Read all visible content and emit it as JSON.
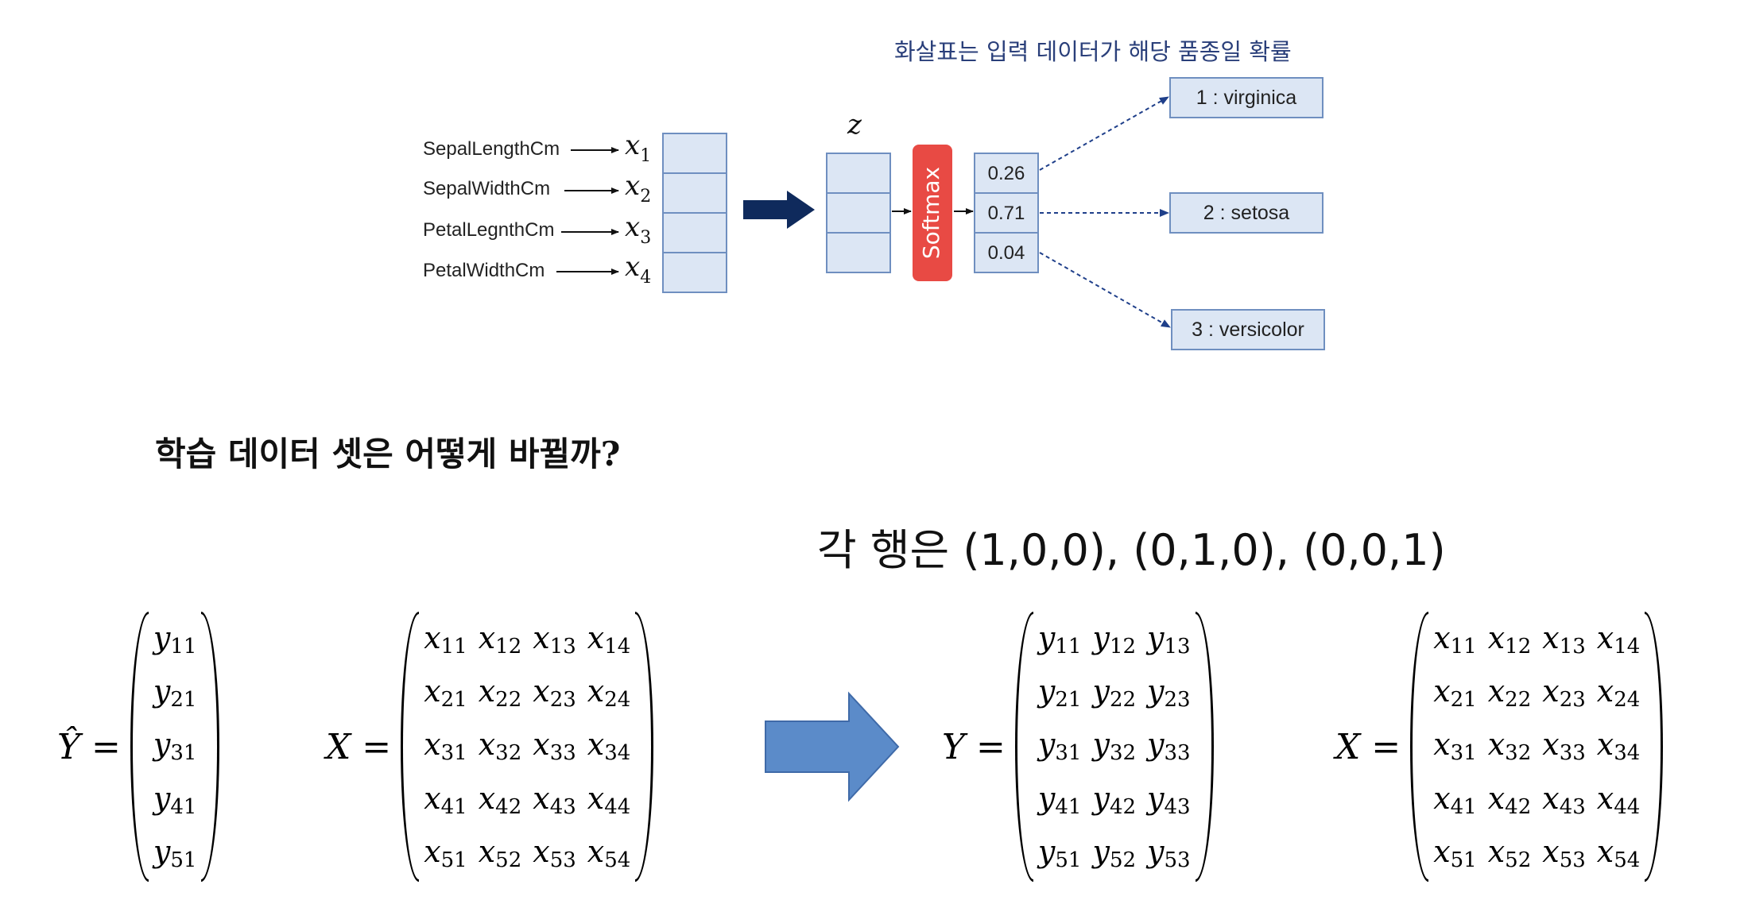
{
  "diagram": {
    "caption": "화살표는 입력 데이터가 해당 품종일 확률",
    "features": [
      "SepalLengthCm",
      "SepalWidthCm",
      "PetalLegnthCm",
      "PetalWidthCm"
    ],
    "x_symbol": "x",
    "x_subscripts": [
      "1",
      "2",
      "3",
      "4"
    ],
    "z_label": "z",
    "softmax_label": "Softmax",
    "probabilities": [
      "0.26",
      "0.71",
      "0.04"
    ],
    "classes": [
      "1 : virginica",
      "2 : setosa",
      "3 : versicolor"
    ],
    "colors": {
      "cell_fill": "#dce6f4",
      "cell_border": "#6f8fc0",
      "softmax": "#e84a44",
      "dark_arrow": "#0f2a5c",
      "link": "#1f3f8a",
      "big_arrow": "#5b8bc9"
    }
  },
  "heading": "학습 데이터 셋은 어떻게 바뀔까?",
  "note": "각 행은 (1,0,0), (0,1,0), (0,0,1)",
  "equations": {
    "yhat_label": "Ŷ =",
    "yhat_rows": [
      [
        "y",
        "11"
      ],
      [
        "y",
        "21"
      ],
      [
        "y",
        "31"
      ],
      [
        "y",
        "41"
      ],
      [
        "y",
        "51"
      ]
    ],
    "x_label": "X =",
    "x_rows": [
      [
        [
          "x",
          "11"
        ],
        [
          "x",
          "12"
        ],
        [
          "x",
          "13"
        ],
        [
          "x",
          "14"
        ]
      ],
      [
        [
          "x",
          "21"
        ],
        [
          "x",
          "22"
        ],
        [
          "x",
          "23"
        ],
        [
          "x",
          "24"
        ]
      ],
      [
        [
          "x",
          "31"
        ],
        [
          "x",
          "32"
        ],
        [
          "x",
          "33"
        ],
        [
          "x",
          "34"
        ]
      ],
      [
        [
          "x",
          "41"
        ],
        [
          "x",
          "42"
        ],
        [
          "x",
          "43"
        ],
        [
          "x",
          "44"
        ]
      ],
      [
        [
          "x",
          "51"
        ],
        [
          "x",
          "52"
        ],
        [
          "x",
          "53"
        ],
        [
          "x",
          "54"
        ]
      ]
    ],
    "y_label": "Y =",
    "y_rows": [
      [
        [
          "y",
          "11"
        ],
        [
          "y",
          "12"
        ],
        [
          "y",
          "13"
        ]
      ],
      [
        [
          "y",
          "21"
        ],
        [
          "y",
          "22"
        ],
        [
          "y",
          "23"
        ]
      ],
      [
        [
          "y",
          "31"
        ],
        [
          "y",
          "32"
        ],
        [
          "y",
          "33"
        ]
      ],
      [
        [
          "y",
          "41"
        ],
        [
          "y",
          "42"
        ],
        [
          "y",
          "43"
        ]
      ],
      [
        [
          "y",
          "51"
        ],
        [
          "y",
          "52"
        ],
        [
          "y",
          "53"
        ]
      ]
    ],
    "x2_label": "X ="
  }
}
